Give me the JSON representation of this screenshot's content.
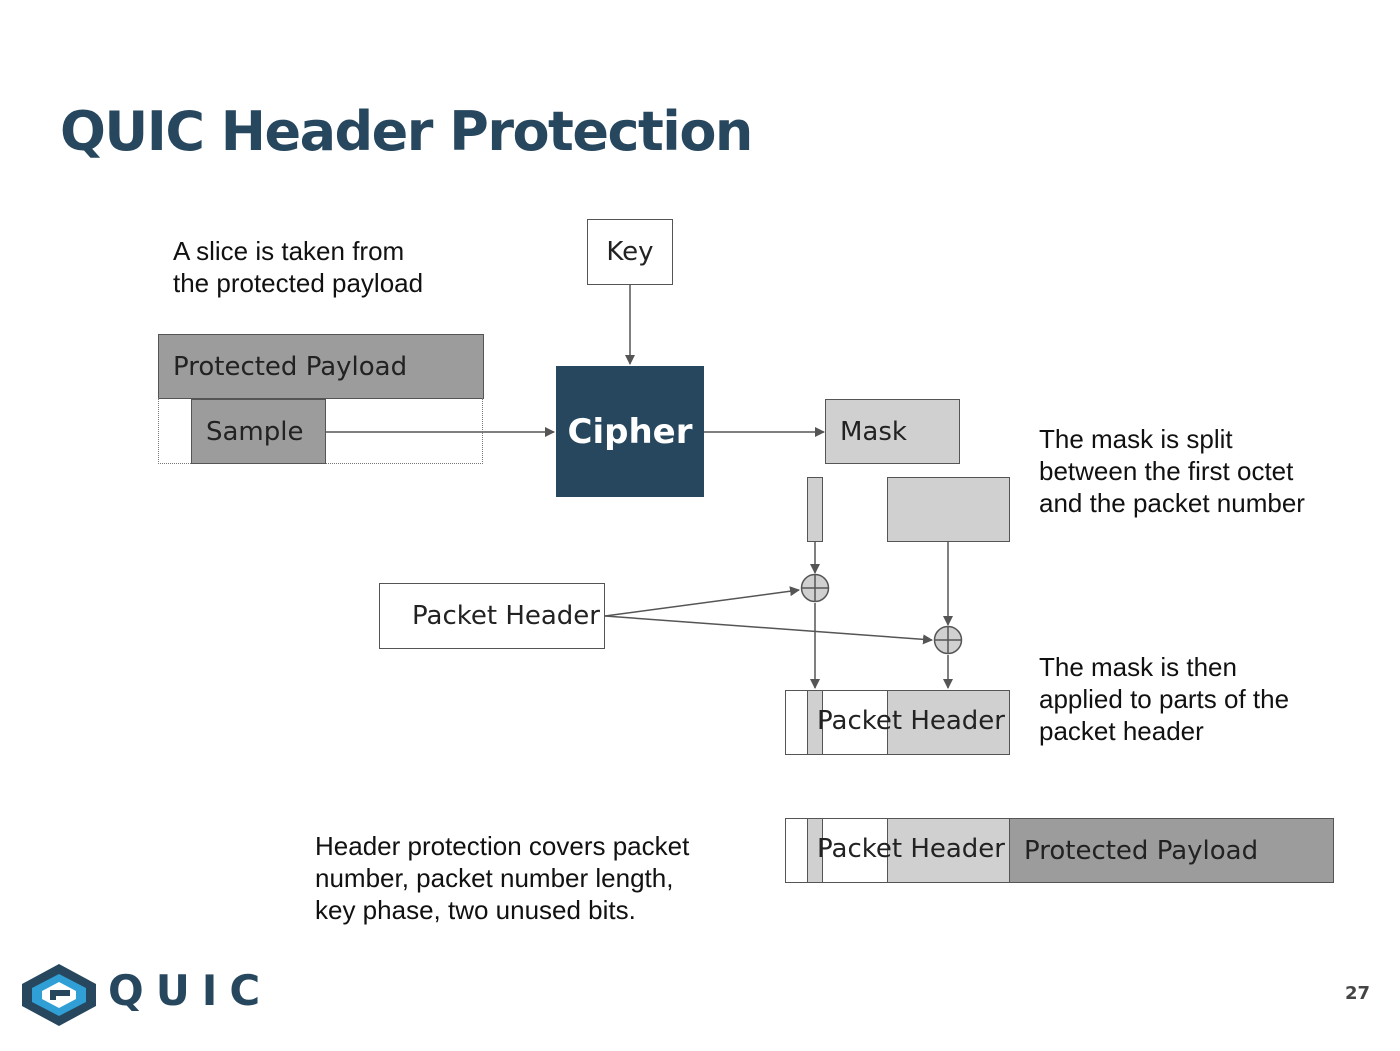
{
  "slide": {
    "title": "QUIC Header Protection",
    "page_number": "27",
    "logo_text": "QUIC"
  },
  "notes": {
    "slice": "A slice is taken from\nthe protected payload",
    "mask_split": "The mask is split\nbetween the first octet\nand the packet number",
    "mask_applied": "The mask is then\napplied to parts of the\npacket header",
    "coverage": "Header protection covers packet\nnumber, packet number length,\nkey phase, two unused bits."
  },
  "boxes": {
    "key": "Key",
    "protected_payload": "Protected Payload",
    "sample": "Sample",
    "cipher": "Cipher",
    "mask": "Mask",
    "packet_header": "Packet Header",
    "result_packet_header": "Packet Header",
    "final_packet_header": "Packet Header",
    "final_protected_payload": "Protected Payload"
  },
  "colors": {
    "brand": "#27475e",
    "payload_gray": "#9c9c9c",
    "mask_gray": "#d0d0d0",
    "line": "#555555"
  },
  "icons": [
    "xor-icon",
    "quic-logo-icon"
  ]
}
